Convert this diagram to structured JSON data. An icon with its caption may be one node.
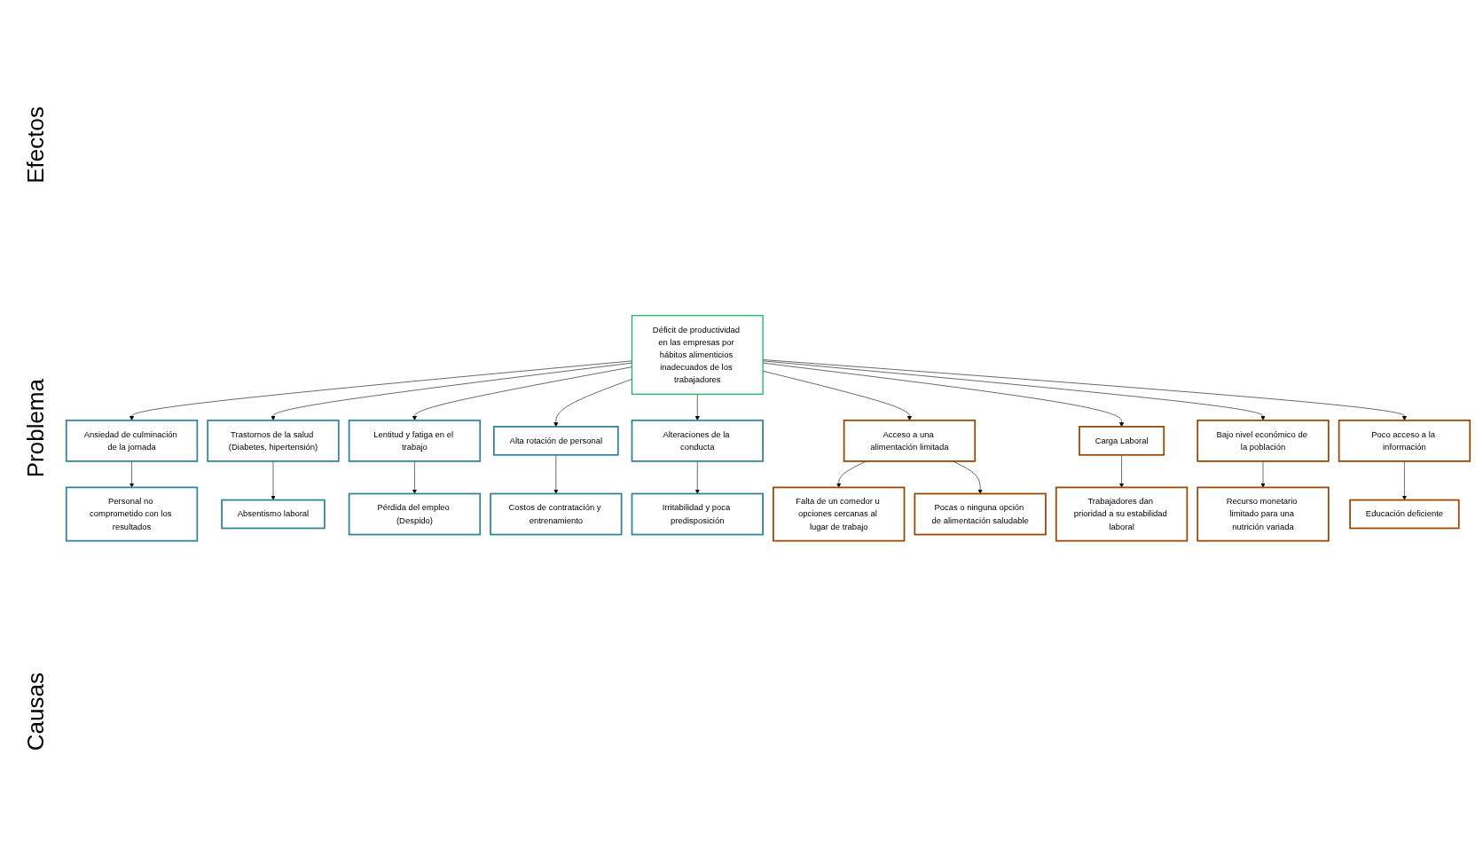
{
  "diagram": {
    "nodes": [
      {
        "text": [
          "Personal no comprometido con los resultados"
        ]
      },
      {
        "text": [
          "Absentismo laboral"
        ]
      },
      {
        "text": [
          "Pérdida del empleo (Despido)"
        ]
      },
      {
        "text": [
          "Costos de contratación y entrenamiento"
        ]
      },
      {
        "text": [
          "Irritabilidad y poca predisposición"
        ]
      },
      {
        "text": [
          "Ansiedad de culminación de la jornada"
        ]
      },
      {
        "text": [
          "Trastornos de la salud (Diabetes, hipertensión)"
        ]
      },
      {
        "text": [
          "Lentitud y fatiga en el trabajo"
        ]
      },
      {
        "text": [
          "Alta rotación de personal"
        ]
      },
      {
        "text": [
          "Alteraciones de la conducta"
        ]
      },
      {
        "text": [
          "Déficit de productividad en las empresas por hábitos alimenticios inadecuados de los trabajadores"
        ]
      },
      {
        "text": [
          "Acceso a una alimentación limitada"
        ]
      },
      {
        "text": [
          "Carga Laboral"
        ]
      },
      {
        "text": [
          "Bajo nivel económico de la población"
        ]
      },
      {
        "text": [
          "Poco acceso a la información"
        ]
      },
      {
        "text": [
          "Falta de un comedor u opciones cercanas al lugar de trabajo"
        ]
      },
      {
        "text": [
          "Pocas o ninguna opción de alimentación saludable"
        ]
      },
      {
        "text": [
          "Trabajadores dan prioridad a su estabilidad laboral"
        ]
      },
      {
        "text": [
          "Recurso monetario limitado para una nutrición variada"
        ]
      },
      {
        "text": [
          "Educación deficiente"
        ]
      }
    ],
    "edges": [
      {
        "from": 5,
        "to": 0,
        "arrow": "to"
      },
      {
        "from": 6,
        "to": 1,
        "arrow": "to"
      },
      {
        "from": 7,
        "to": 2,
        "arrow": "to"
      },
      {
        "from": 8,
        "to": 3,
        "arrow": "to"
      },
      {
        "from": 9,
        "to": 4,
        "arrow": "to"
      },
      {
        "from": 10,
        "to": 5,
        "arrow": "to"
      },
      {
        "from": 10,
        "to": 6,
        "arrow": "to"
      },
      {
        "from": 10,
        "to": 7,
        "arrow": "to"
      },
      {
        "from": 10,
        "to": 8,
        "arrow": "to"
      },
      {
        "from": 10,
        "to": 9,
        "arrow": "to"
      },
      {
        "from": 10,
        "to": 11,
        "arrow": "to"
      },
      {
        "from": 10,
        "to": 12,
        "arrow": "to"
      },
      {
        "from": 10,
        "to": 13,
        "arrow": "to"
      },
      {
        "from": 10,
        "to": 14,
        "arrow": "to"
      },
      {
        "from": 11,
        "to": 15,
        "arrow": "to"
      },
      {
        "from": 11,
        "to": 16,
        "arrow": "to"
      },
      {
        "from": 12,
        "to": 17,
        "arrow": "to"
      },
      {
        "from": 13,
        "to": 18,
        "arrow": "to"
      },
      {
        "from": 14,
        "to": 19,
        "arrow": "to"
      }
    ],
    "labels": [
      "Efectos",
      "Problema",
      "Causas"
    ]
  }
}
